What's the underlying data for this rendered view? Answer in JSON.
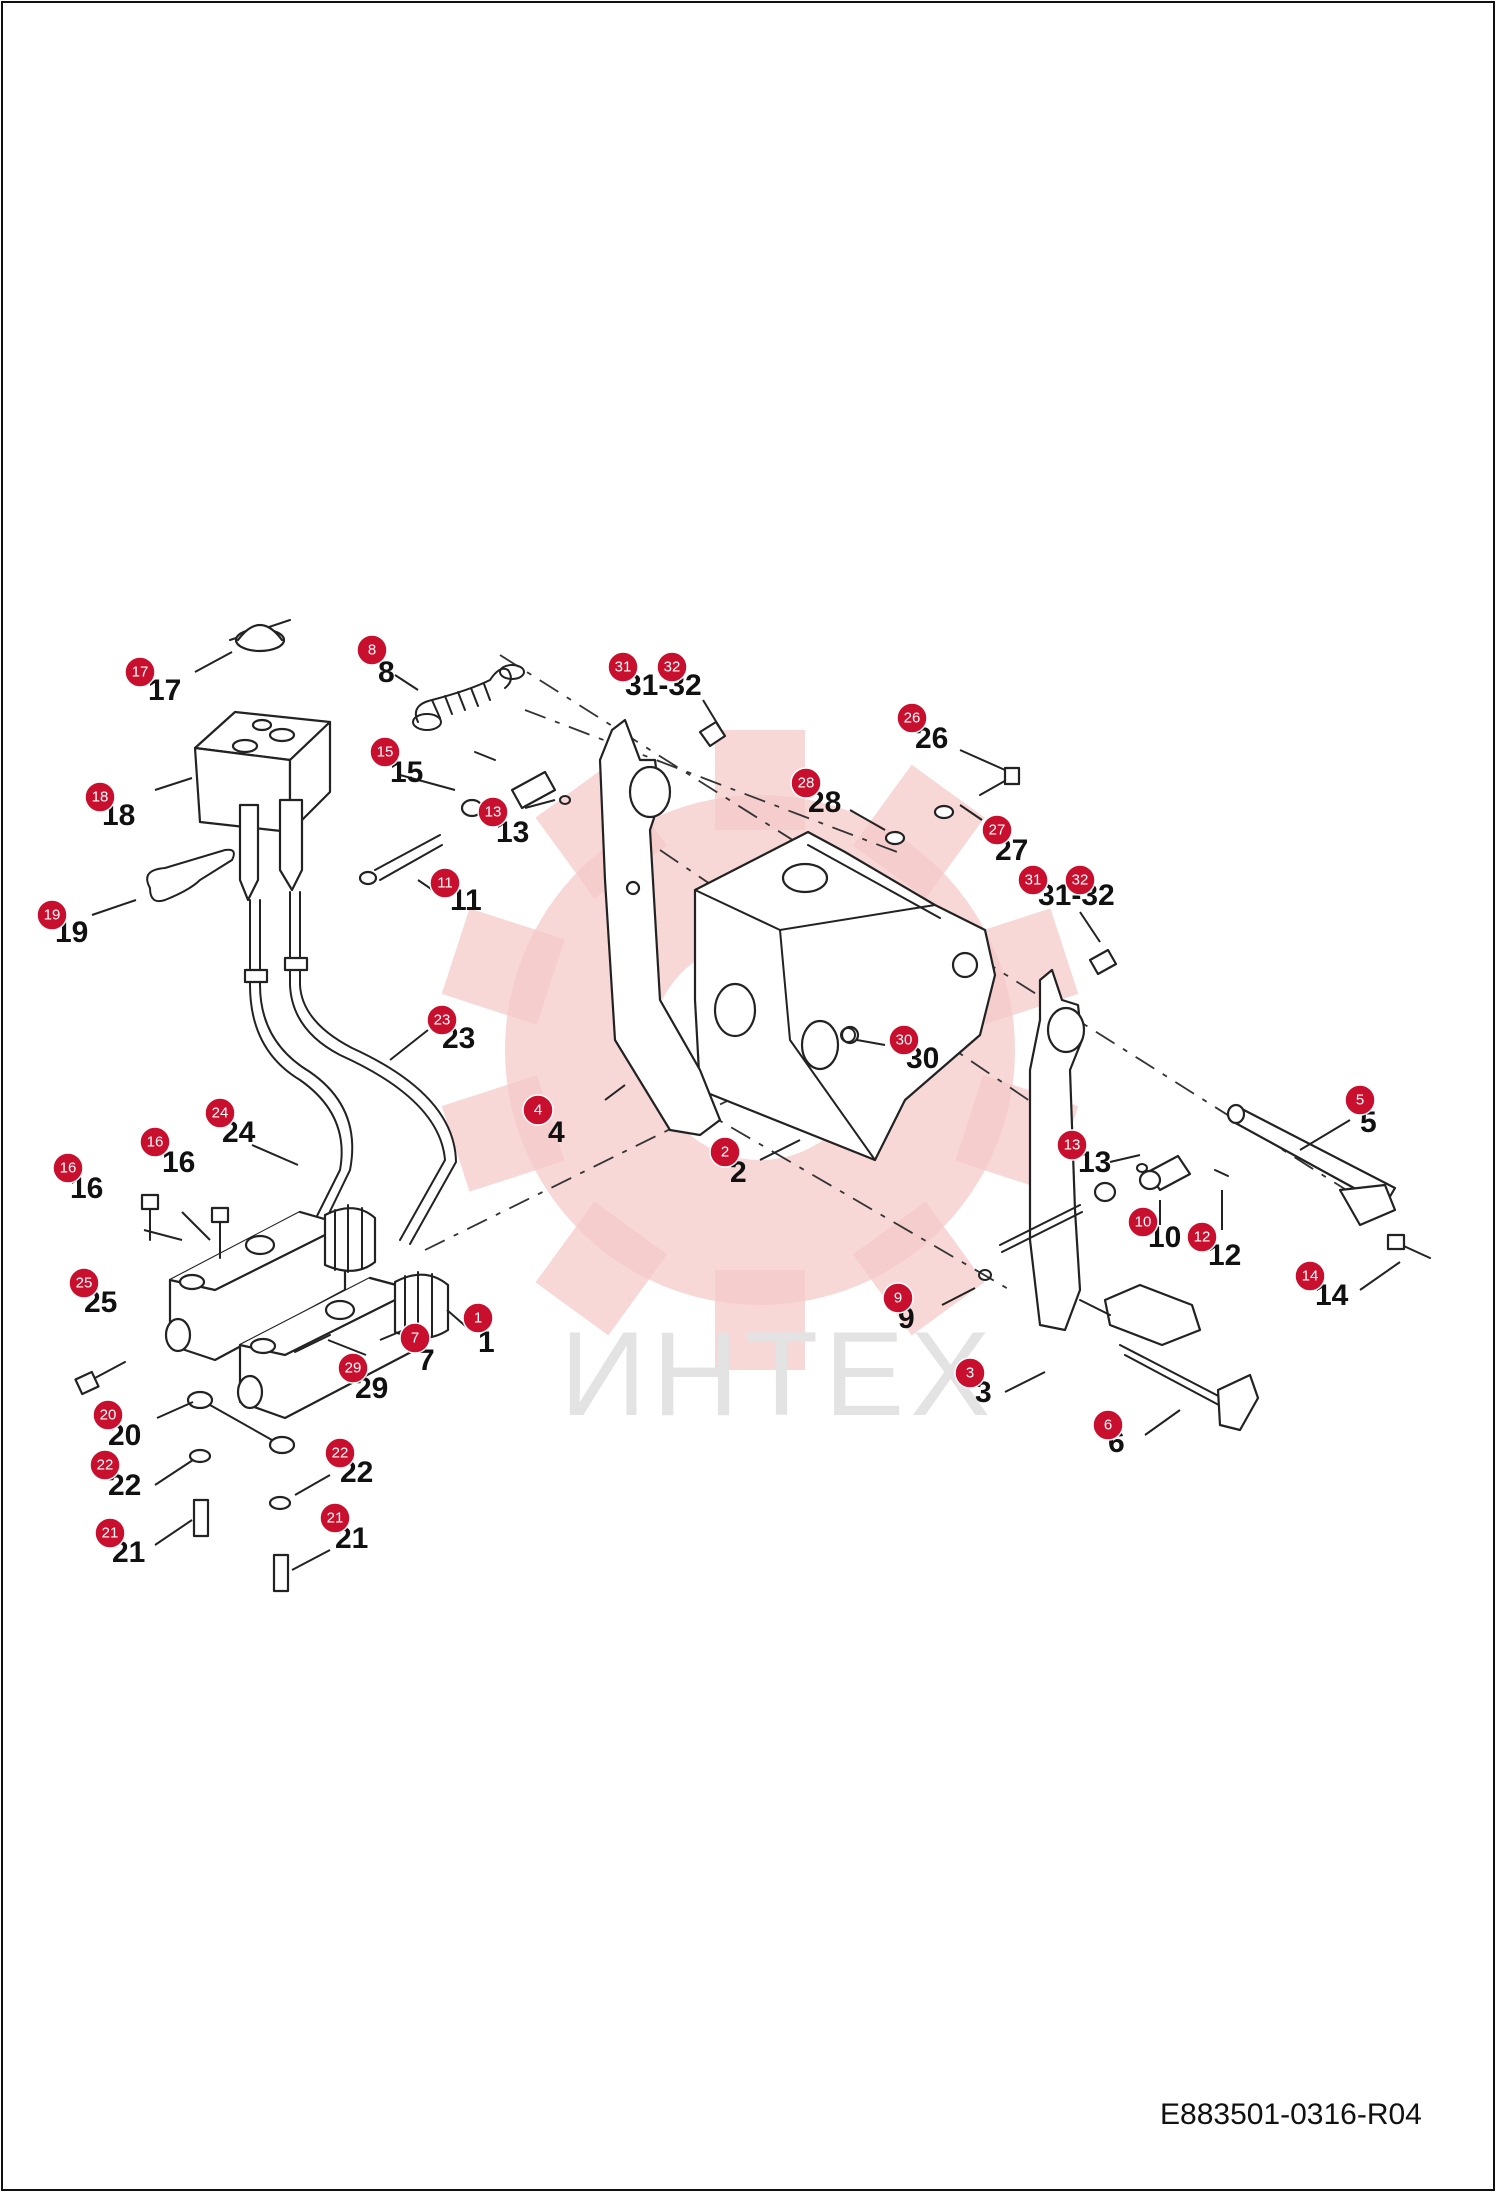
{
  "document_code": "E883501-0316-R04",
  "watermark_text": "ИНТЕХ",
  "colors": {
    "marker": "#c8102e",
    "marker_text": "#ffffff",
    "watermark": "#f6c9c9",
    "line": "#222222"
  },
  "callouts": [
    {
      "number": "1"
    },
    {
      "number": "2"
    },
    {
      "number": "3"
    },
    {
      "number": "4"
    },
    {
      "number": "5"
    },
    {
      "number": "6"
    },
    {
      "number": "7"
    },
    {
      "number": "8"
    },
    {
      "number": "9"
    },
    {
      "number": "10"
    },
    {
      "number": "11"
    },
    {
      "number": "12"
    },
    {
      "number": "13"
    },
    {
      "number": "13"
    },
    {
      "number": "14"
    },
    {
      "number": "15"
    },
    {
      "number": "16"
    },
    {
      "number": "16"
    },
    {
      "number": "17"
    },
    {
      "number": "18"
    },
    {
      "number": "19"
    },
    {
      "number": "20"
    },
    {
      "number": "21"
    },
    {
      "number": "21"
    },
    {
      "number": "22"
    },
    {
      "number": "22"
    },
    {
      "number": "23"
    },
    {
      "number": "24"
    },
    {
      "number": "25"
    },
    {
      "number": "26"
    },
    {
      "number": "27"
    },
    {
      "number": "28"
    },
    {
      "number": "29"
    },
    {
      "number": "30"
    },
    {
      "number": "31"
    },
    {
      "number": "32"
    },
    {
      "number": "31"
    },
    {
      "number": "32"
    }
  ],
  "printed_labels": [
    {
      "text": "1"
    },
    {
      "text": "2"
    },
    {
      "text": "3"
    },
    {
      "text": "4"
    },
    {
      "text": "5"
    },
    {
      "text": "6"
    },
    {
      "text": "7"
    },
    {
      "text": "8"
    },
    {
      "text": "9"
    },
    {
      "text": "10"
    },
    {
      "text": "11"
    },
    {
      "text": "12"
    },
    {
      "text": "13"
    },
    {
      "text": "13"
    },
    {
      "text": "14"
    },
    {
      "text": "15"
    },
    {
      "text": "16"
    },
    {
      "text": "16"
    },
    {
      "text": "17"
    },
    {
      "text": "18"
    },
    {
      "text": "19"
    },
    {
      "text": "20"
    },
    {
      "text": "21"
    },
    {
      "text": "21"
    },
    {
      "text": "22"
    },
    {
      "text": "22"
    },
    {
      "text": "23"
    },
    {
      "text": "24"
    },
    {
      "text": "25"
    },
    {
      "text": "26"
    },
    {
      "text": "27"
    },
    {
      "text": "28"
    },
    {
      "text": "29"
    },
    {
      "text": "30"
    },
    {
      "text": "31-32"
    },
    {
      "text": "31-32"
    }
  ]
}
